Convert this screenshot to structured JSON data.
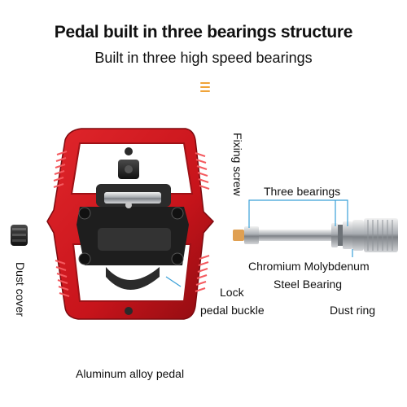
{
  "header": {
    "title": "Pedal built in three bearings structure",
    "subtitle": "Built in three high speed bearings"
  },
  "icons": {
    "menu": "menu-icon"
  },
  "callouts": {
    "fixing_screw": "Fixing screw",
    "three_bearings": "Three bearings",
    "chromium_line1": "Chromium Molybdenum",
    "chromium_line2": "Steel Bearing",
    "dust_cover": "Dust cover",
    "lock_line1": "Lock",
    "lock_line2": "pedal buckle",
    "dust_ring": "Dust ring",
    "aluminum": "Aluminum alloy pedal"
  },
  "colors": {
    "pedal_red": "#c8141b",
    "accent_orange": "#f0a43a",
    "callout_line": "#3aa0d8"
  }
}
